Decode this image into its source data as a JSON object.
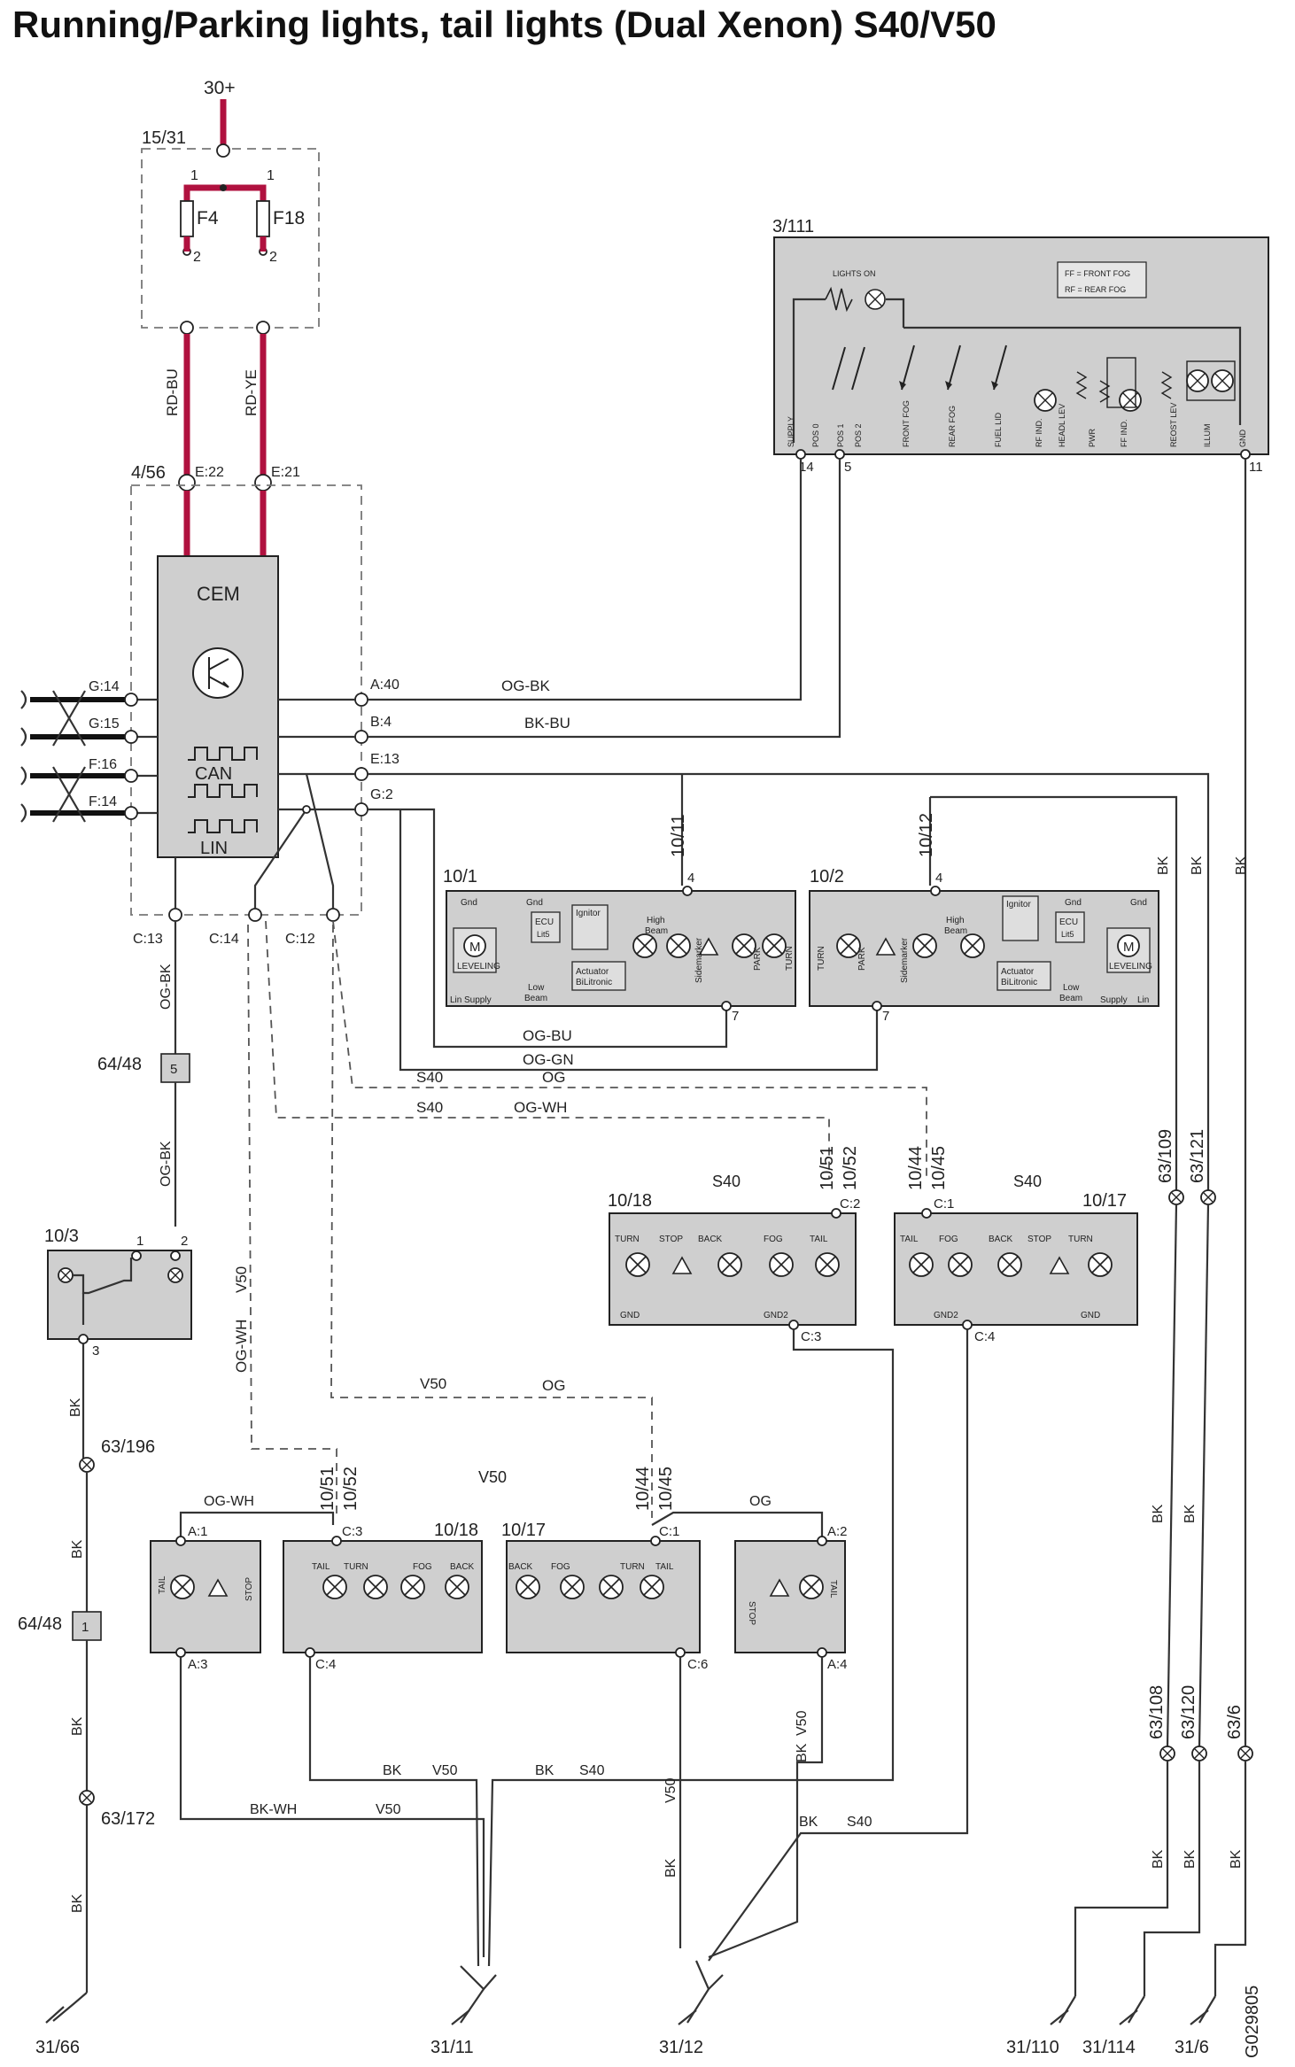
{
  "title": "Running/Parking lights, tail lights (Dual Xenon) S40/V50",
  "power": {
    "supply": "30+",
    "fuse_box": "15/31",
    "fuse_a": "F4",
    "fuse_b": "F18",
    "pin_1": "1",
    "pin_2": "2"
  },
  "wire_colors": {
    "rd_bu": "RD-BU",
    "rd_ye": "RD-YE",
    "og_bk": "OG-BK",
    "bk_bu": "BK-BU",
    "og_bu": "OG-BU",
    "og_gn": "OG-GN",
    "og": "OG",
    "og_wh": "OG-WH",
    "bk": "BK",
    "bk_wh": "BK-WH"
  },
  "model_labels": {
    "s40": "S40",
    "v50": "V50"
  },
  "cem": {
    "id": "4/56",
    "label": "CEM",
    "can_label": "CAN",
    "lin_label": "LIN",
    "pins": {
      "e22": "E:22",
      "e21": "E:21",
      "a40": "A:40",
      "b4": "B:4",
      "e13": "E:13",
      "g2": "G:2",
      "g14": "G:14",
      "g15": "G:15",
      "f16": "F:16",
      "f14": "F:14",
      "c13": "C:13",
      "c14": "C:14",
      "c12": "C:12"
    }
  },
  "switch_module": {
    "id": "3/111",
    "lights_on": "LIGHTS ON",
    "legend_ff": "FF = FRONT FOG",
    "legend_rf": "RF = REAR FOG",
    "pin_labels": [
      "SUPPLY",
      "POS 0",
      "POS 1",
      "POS 2",
      "FRONT FOG",
      "REAR FOG",
      "FUEL LID",
      "RF IND.",
      "HEADL LEV",
      "PWR",
      "FF IND.",
      "REOST LEV",
      "ILLUM",
      "GND"
    ],
    "pin_14": "14",
    "pin_5": "5",
    "pin_11": "11"
  },
  "headlamp_left": {
    "id": "10/1",
    "conn": "10/11",
    "pin_4": "4",
    "pin_7": "7",
    "labels": {
      "gnd": "Gnd",
      "ecu": "ECU",
      "lit5": "Lit5",
      "ignitor": "Ignitor",
      "actuator": "Actuator",
      "bilitronic": "BiLitronic",
      "high": "High",
      "beam": "Beam",
      "sidemarker": "Sidemarker",
      "park": "PARK",
      "turn": "TURN",
      "leveling": "LEVELING",
      "lin": "Lin",
      "supply": "Supply",
      "low": "Low",
      "m": "M"
    }
  },
  "headlamp_right": {
    "id": "10/2",
    "conn": "10/12",
    "pin_4": "4",
    "pin_7": "7"
  },
  "relay_module": {
    "id": "10/3",
    "pin_1": "1",
    "pin_2": "2",
    "pin_3": "3"
  },
  "connector_6448": {
    "id": "64/48",
    "pin_5": "5",
    "pin_1": "1"
  },
  "s40_tail_left": {
    "id": "10/18",
    "c2": "C:2",
    "c3": "C:3",
    "conn_a": "10/51",
    "conn_b": "10/52",
    "labels": {
      "turn": "TURN",
      "stop": "STOP",
      "back": "BACK",
      "fog": "FOG",
      "tail": "TAIL",
      "gnd": "GND",
      "gnd2": "GND2"
    }
  },
  "s40_tail_right": {
    "id": "10/17",
    "c1": "C:1",
    "c4": "C:4",
    "conn_a": "10/44",
    "conn_b": "10/45"
  },
  "v50_tail_outer_left": {
    "a1": "A:1",
    "a3": "A:3"
  },
  "v50_tail_left": {
    "id": "10/18",
    "c3": "C:3",
    "c4": "C:4",
    "conn_a": "10/51",
    "conn_b": "10/52"
  },
  "v50_tail_right": {
    "id": "10/17",
    "c1": "C:1",
    "c6": "C:6",
    "conn_a": "10/44",
    "conn_b": "10/45"
  },
  "v50_tail_outer_right": {
    "a2": "A:2",
    "a4": "A:4"
  },
  "splices": {
    "s63_196": "63/196",
    "s63_172": "63/172",
    "s63_109": "63/109",
    "s63_121": "63/121",
    "s63_108": "63/108",
    "s63_120": "63/120",
    "s63_6": "63/6"
  },
  "grounds": {
    "g31_66": "31/66",
    "g31_11": "31/11",
    "g31_12": "31/12",
    "g31_110": "31/110",
    "g31_114": "31/114",
    "g31_6": "31/6"
  },
  "doc_id": "G029805",
  "colors": {
    "power_wire": "#b0113f",
    "component_fill": "#cfcfcf",
    "frame": "#777777"
  }
}
